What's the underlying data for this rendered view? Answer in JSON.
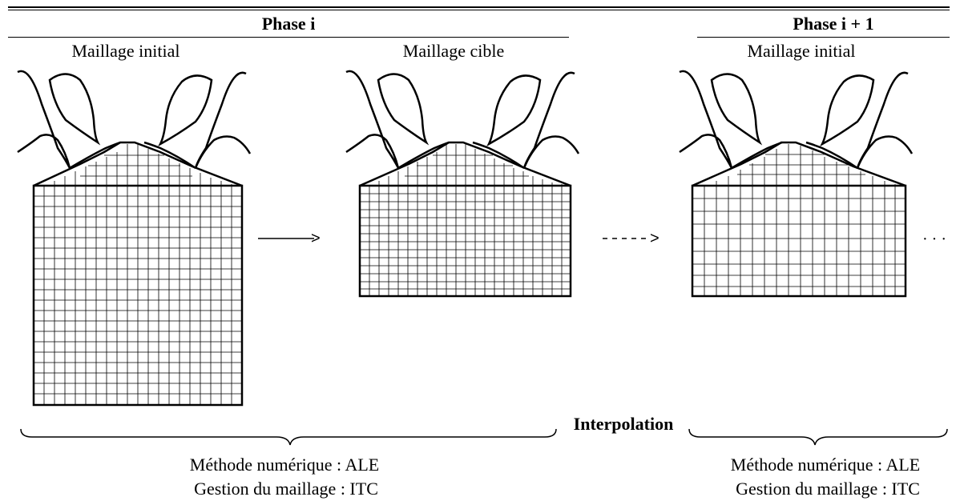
{
  "phase_left": {
    "title": "Phase i",
    "initial_label": "Maillage initial",
    "target_label": "Maillage cible",
    "interpolation_label": "Interpolation",
    "method_line": "Méthode numérique : ALE",
    "mesh_line": "Gestion du maillage : ITC"
  },
  "phase_right": {
    "title": "Phase i + 1",
    "initial_label": "Maillage initial",
    "method_line": "Méthode numérique : ALE",
    "mesh_line": "Gestion du maillage : ITC"
  },
  "ellipsis": "· · ·",
  "arrow_head": ">"
}
